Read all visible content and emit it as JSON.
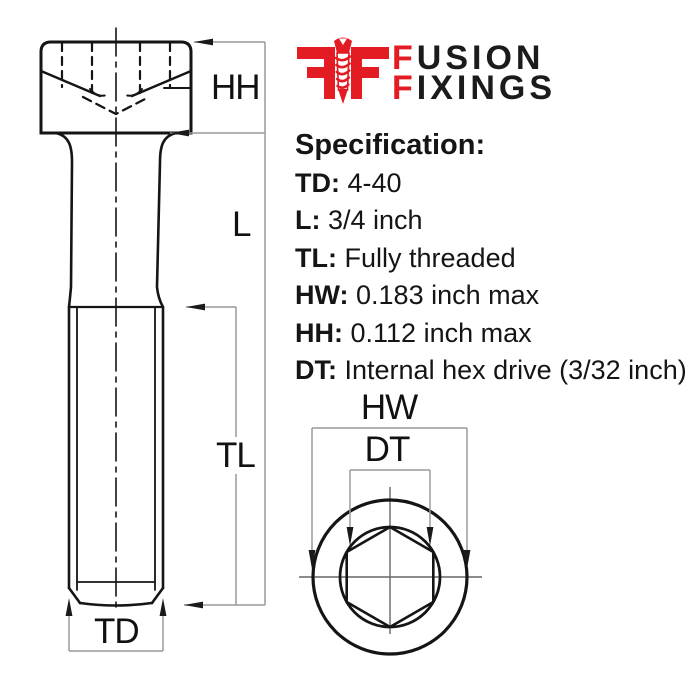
{
  "brand": {
    "words": [
      {
        "lead": "F",
        "rest": "USION"
      },
      {
        "lead": "F",
        "rest": "IXINGS"
      }
    ],
    "icon": "fusion-fixings-screw-monogram"
  },
  "specification": {
    "title": "Specification:",
    "items": [
      {
        "label": "TD:",
        "value": "4-40"
      },
      {
        "label": "L:",
        "value": "3/4 inch"
      },
      {
        "label": "TL:",
        "value": "Fully threaded"
      },
      {
        "label": "HW:",
        "value": "0.183 inch max"
      },
      {
        "label": "HH:",
        "value": "0.112 inch max"
      },
      {
        "label": "DT:",
        "value": "Internal hex drive (3/32 inch)"
      }
    ]
  },
  "diagram": {
    "side_view_labels": {
      "head_height": "HH",
      "length": "L",
      "thread_length": "TL",
      "thread_diameter": "TD"
    },
    "end_view_labels": {
      "head_width": "HW",
      "drive_tool": "DT"
    }
  },
  "colors": {
    "brand_red": "#e31b22",
    "line_black": "#151515",
    "dimension_gray": "#9a9a9a",
    "text_black": "#111111"
  }
}
